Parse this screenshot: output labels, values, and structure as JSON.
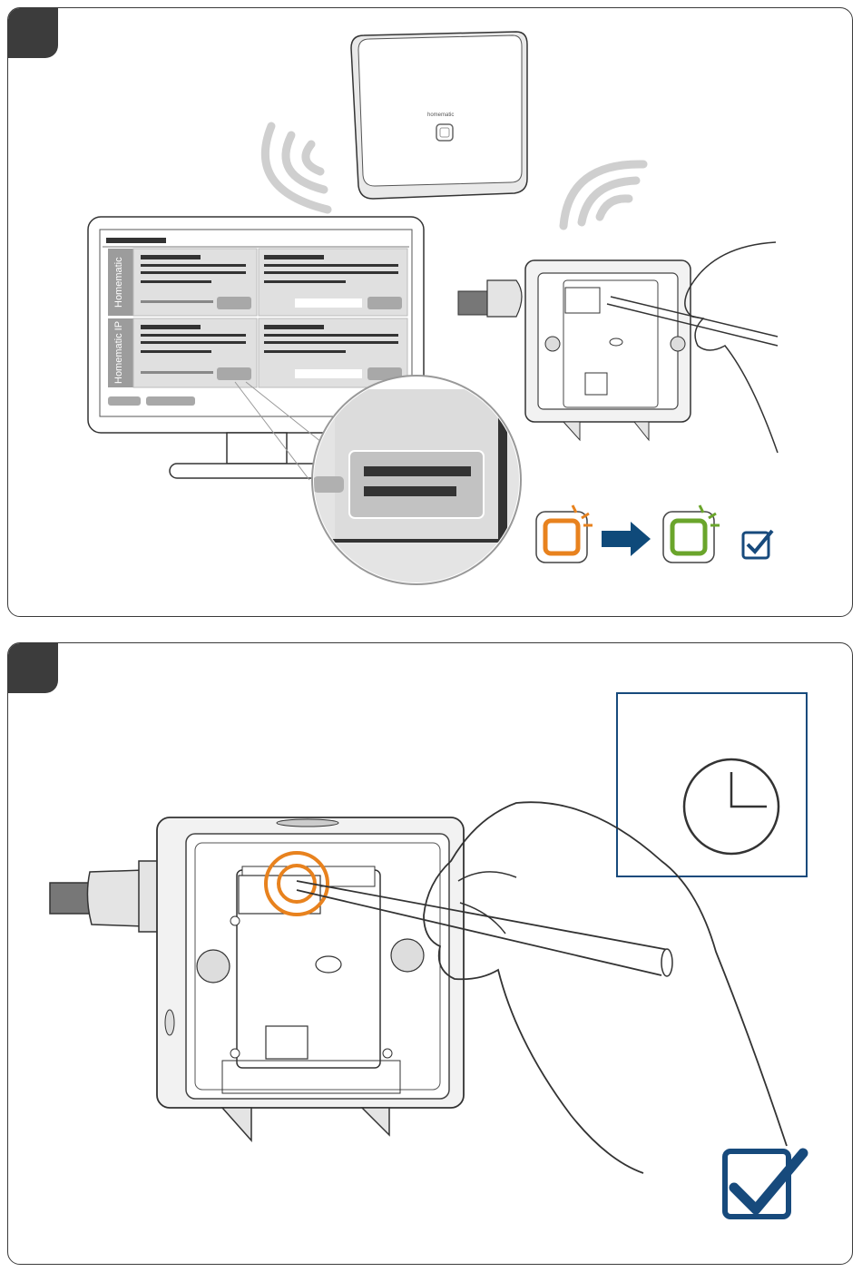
{
  "panels": [
    {
      "id": "step-1",
      "step_number": ""
    },
    {
      "id": "step-2",
      "step_number": ""
    }
  ],
  "ccu": {
    "brand": "homematic",
    "mark": "3"
  },
  "webui": {
    "sections": [
      "Homematic",
      "Homematic IP"
    ]
  },
  "leds": {
    "before_color": "#e8821e",
    "after_color": "#6aa52b",
    "arrow_color": "#0f4a7a"
  },
  "icons": [
    "check-icon",
    "clock-icon",
    "wireless-waves-icon",
    "arrow-right-icon",
    "magnifier-icon"
  ],
  "colors": {
    "accent_blue": "#174a7c",
    "accent_orange": "#e8821e",
    "frame": "#3a3a3a"
  }
}
